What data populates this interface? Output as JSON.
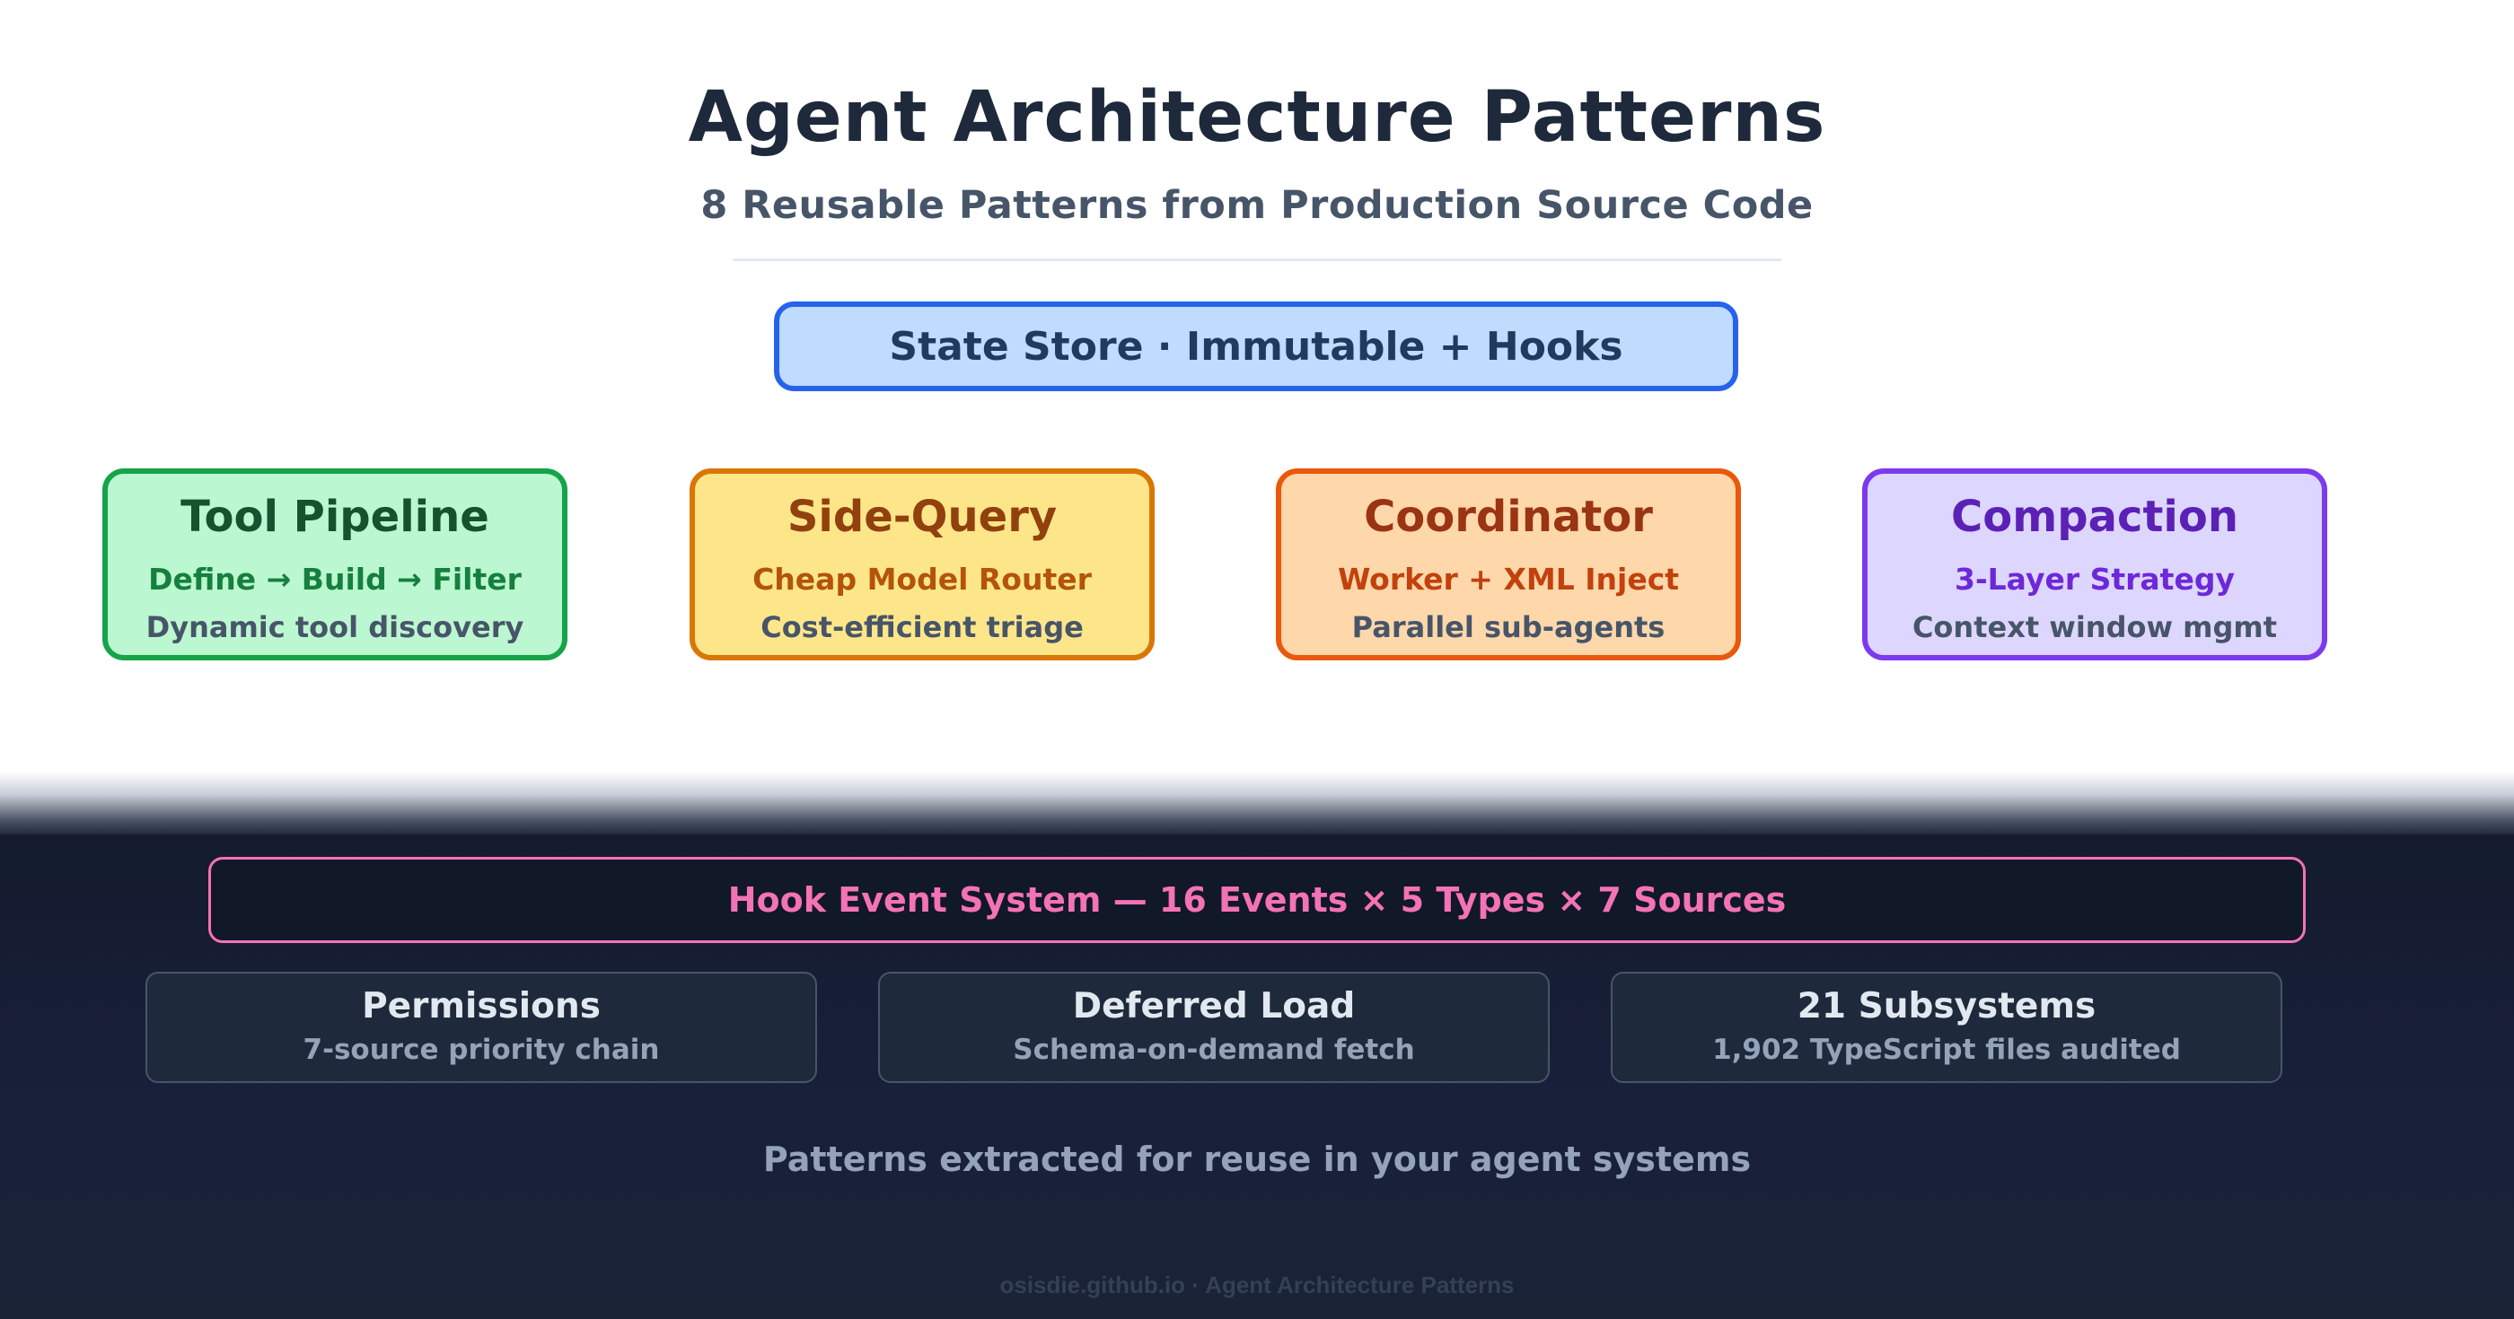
{
  "header": {
    "title": "Agent Architecture Patterns",
    "subtitle": "8 Reusable Patterns from Production Source Code"
  },
  "state_store": {
    "label": "State Store · Immutable + Hooks",
    "color": "#2563eb"
  },
  "patterns": [
    {
      "title": "Tool Pipeline",
      "subtitle": "Define → Build → Filter",
      "description": "Dynamic tool discovery",
      "color": "#16a34a"
    },
    {
      "title": "Side-Query",
      "subtitle": "Cheap Model Router",
      "description": "Cost-efficient triage",
      "color": "#d97706"
    },
    {
      "title": "Coordinator",
      "subtitle": "Worker + XML Inject",
      "description": "Parallel sub-agents",
      "color": "#ea580c"
    },
    {
      "title": "Compaction",
      "subtitle": "3-Layer Strategy",
      "description": "Context window mgmt",
      "color": "#7c3aed"
    }
  ],
  "hook_system": {
    "label": "Hook Event System — 16 Events × 5 Types × 7 Sources",
    "color": "#f472b6"
  },
  "info_boxes": [
    {
      "title": "Permissions",
      "subtitle": "7-source priority chain"
    },
    {
      "title": "Deferred Load",
      "subtitle": "Schema-on-demand fetch"
    },
    {
      "title": "21 Subsystems",
      "subtitle": "1,902 TypeScript files audited"
    }
  ],
  "tagline": "Patterns extracted for reuse in your agent systems",
  "footer": "osisdie.github.io · Agent Architecture Patterns"
}
